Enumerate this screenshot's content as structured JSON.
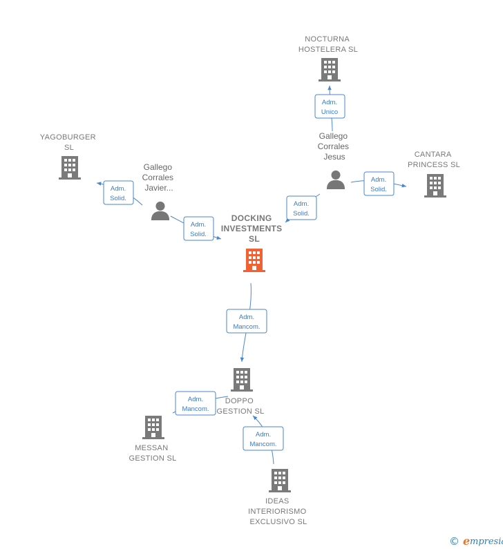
{
  "companies": {
    "docking": {
      "lines": [
        "DOCKING",
        "INVESTMENTS",
        "SL"
      ],
      "color": "#f06233"
    },
    "nocturna": {
      "lines": [
        "NOCTURNA",
        "HOSTELERA SL"
      ],
      "color": "#777777"
    },
    "yagoburger": {
      "lines": [
        "YAGOBURGER",
        "SL"
      ],
      "color": "#777777"
    },
    "cantara": {
      "lines": [
        "CANTARA",
        "PRINCESS  SL"
      ],
      "color": "#777777"
    },
    "doppo": {
      "lines": [
        "DOPPO",
        "GESTION  SL"
      ],
      "color": "#777777"
    },
    "messan": {
      "lines": [
        "MESSAN",
        "GESTION SL"
      ],
      "color": "#777777"
    },
    "ideas": {
      "lines": [
        "IDEAS",
        "INTERIORISMO",
        "EXCLUSIVO  SL"
      ],
      "color": "#777777"
    }
  },
  "persons": {
    "jesus": {
      "lines": [
        "Gallego",
        "Corrales",
        "Jesus"
      ]
    },
    "javier": {
      "lines": [
        "Gallego",
        "Corrales",
        "Javier..."
      ]
    }
  },
  "roles": {
    "jesus_nocturna": [
      "Adm.",
      "Unico"
    ],
    "jesus_cantara": [
      "Adm.",
      "Solid."
    ],
    "jesus_docking": [
      "Adm.",
      "Solid."
    ],
    "javier_yagoburger": [
      "Adm.",
      "Solid."
    ],
    "javier_docking": [
      "Adm.",
      "Solid."
    ],
    "docking_doppo": [
      "Adm.",
      "Mancom."
    ],
    "doppo_messan": [
      "Adm.",
      "Mancom."
    ],
    "ideas_doppo": [
      "Adm.",
      "Mancom."
    ]
  },
  "edge_color": "#4a86cf",
  "footer": {
    "copyright": "©",
    "brand_initial": "e",
    "brand_rest": "mpresia"
  }
}
